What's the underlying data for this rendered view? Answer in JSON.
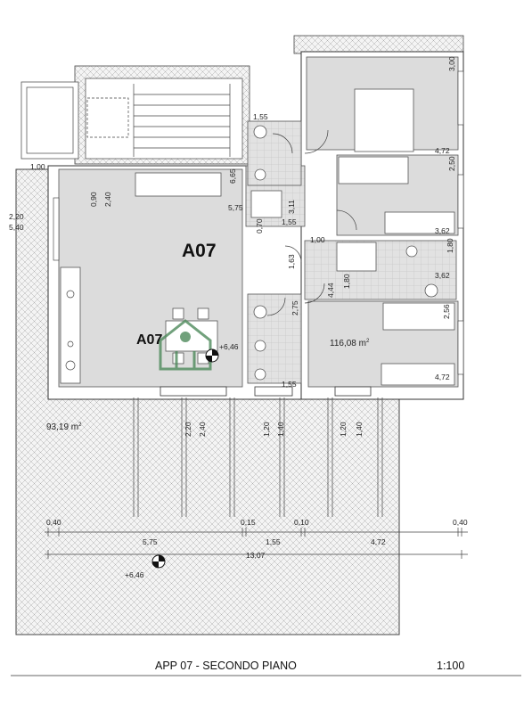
{
  "title": "APP 07 - SECONDO PIANO",
  "scale": "1:100",
  "unit_label": "A07",
  "unit_label_small": "A07",
  "level_marker": "+6,46",
  "terrace_level": "+6,46",
  "interior_area": "116,08 m",
  "terrace_area": "93,19 m",
  "area_sup": "2",
  "dims": {
    "d1_55_top": "1,55",
    "d3_00": "3,00",
    "d4_72_a": "4,72",
    "d2_50": "2,50",
    "d1_00_left": "1,00",
    "d0_90": "0,90",
    "d2_40_a": "2,40",
    "d6_65": "6,65",
    "d5_75_a": "5,75",
    "d3_11": "3,11",
    "d0_70": "0,70",
    "d1_55_mid": "1,55",
    "d2_20_left": "2,20",
    "d5_40_left": "5,40",
    "d1_00_mid": "1,00",
    "d3_62_a": "3,62",
    "d1_80_a": "1,80",
    "d3_62_b": "3,62",
    "d1_63": "1,63",
    "d4_44": "4,44",
    "d1_80_b": "1,80",
    "d2_75": "2,75",
    "d2_56": "2,56",
    "d4_72_b": "4,72",
    "d1_55_bot": "1,55",
    "d2_20_t": "2,20",
    "d2_40_t": "2,40",
    "d1_20_a": "1,20",
    "d1_40_a": "1,40",
    "d1_20_b": "1,20",
    "d1_40_b": "1,40",
    "d0_40_l": "0,40",
    "d5_75_b": "5,75",
    "d0_15": "0,15",
    "d1_55_row": "1,55",
    "d0_10": "0,10",
    "d4_72_row": "4,72",
    "d0_40_r": "0,40",
    "d13_07": "13,07"
  },
  "colors": {
    "room_fill": "#dcdcdc",
    "hatch": "#9a9a9a",
    "logo": "#4e8a5c"
  }
}
